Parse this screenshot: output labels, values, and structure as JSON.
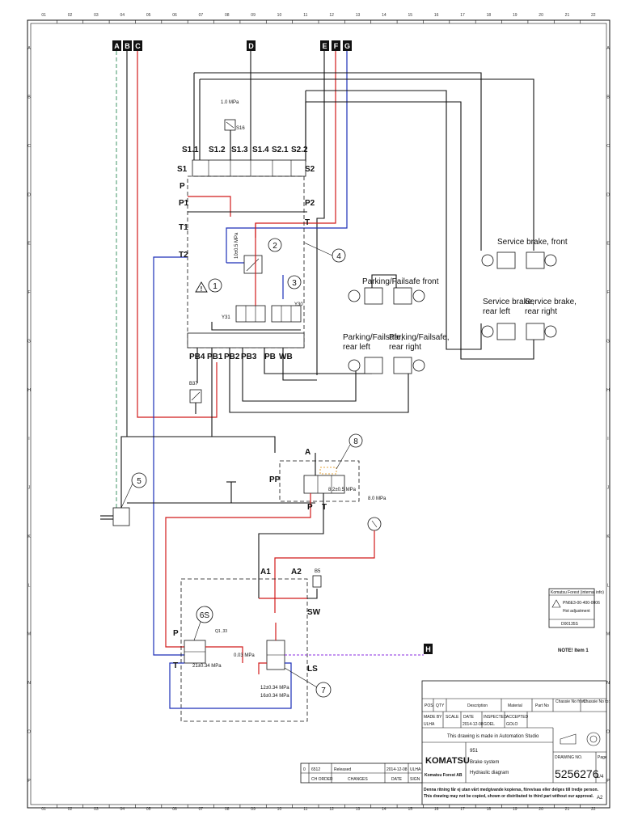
{
  "columns": [
    "01",
    "02",
    "03",
    "04",
    "05",
    "06",
    "07",
    "08",
    "09",
    "10",
    "11",
    "12",
    "13",
    "14",
    "15",
    "16",
    "17",
    "18",
    "19",
    "20",
    "21",
    "22"
  ],
  "rows": [
    "A",
    "B",
    "C",
    "D",
    "E",
    "F",
    "G",
    "H",
    "I",
    "J",
    "K",
    "L",
    "M",
    "N",
    "O",
    "P"
  ],
  "lines": {
    "a": "A",
    "b": "B",
    "c": "C",
    "d": "D",
    "e": "E",
    "f": "F",
    "g": "G",
    "h": "H"
  },
  "pressures": {
    "s16": "1.0 MPa",
    "valve2": "10±0.5 MPa",
    "valve8": "8.2±0.5 MPa",
    "switch8": "8.0 MPa",
    "accum": "0.03 MPa",
    "valve6s": "21±0.34 MPa",
    "valve7a": "12±0.34 MPa",
    "valve7b": "16±0.34 MPa"
  },
  "ports": {
    "s1_1": "S1.1",
    "s1_2": "S1.2",
    "s1_3": "S1.3",
    "s1_4": "S1.4",
    "s2_1": "S2.1",
    "s2_2": "S2.2",
    "s1": "S1",
    "s2": "S2",
    "p": "P",
    "p1": "P1",
    "p2": "P2",
    "t1": "T1",
    "t": "T",
    "t2": "T2",
    "pb4": "PB4",
    "pb1": "PB1",
    "pb2": "PB2",
    "pb3": "PB3",
    "pb": "PB",
    "wb": "WB",
    "a": "A",
    "pp": "PP",
    "p8": "P",
    "t8": "T",
    "a1": "A1",
    "a2": "A2",
    "sw": "SW",
    "ls": "LS",
    "p6": "P",
    "t6": "T",
    "s16": "S16",
    "y31": "Y31",
    "y30": "Y30",
    "b37": "B37",
    "b5": "B5",
    "q1": "Q1 ,33"
  },
  "callouts": {
    "c1": "1",
    "c2": "2",
    "c3": "3",
    "c4": "4",
    "c5": "5",
    "c6s": "6S",
    "c7": "7",
    "c8": "8"
  },
  "brakes": {
    "service_front": "Service brake, front",
    "service_rear_left": "Service brake,",
    "service_rear_left2": "rear left",
    "service_rear_right": "Service brake,",
    "service_rear_right2": "rear right",
    "park_front": "Parking/Failsafe front",
    "park_rear_left": "Parking/Failsafe,",
    "park_rear_left2": "rear left",
    "park_rear_right": "Parking/Failsafe,",
    "park_rear_right2": "rear right"
  },
  "label_box": {
    "title": "Komatsu Forest (internal info)",
    "pn": "PN6E3-00-400-0006",
    "note": "Hot adjustment",
    "id": "D00135S"
  },
  "note": "NOTE! Item 1",
  "title_block": {
    "pos": "POS",
    "qty": "QTY",
    "description": "Description",
    "material": "Material",
    "part_no": "Part No",
    "chassis_from": "Chassie No from:",
    "chassis_to": "Chassie No to:",
    "made_by": "MADE BY",
    "made_by_val": "ULHA",
    "scale": "SCALE",
    "date": "DATE",
    "date_val": "2014-12-08",
    "inspected": "INSPECTED",
    "inspected_val": "GOEL",
    "accepted": "ACCEPTED",
    "accepted_val": "GOLO",
    "automation": "This drawing is made in Automation Studio",
    "brand": "KOMATSU",
    "company": "Komatsu Forest AB",
    "model": "951",
    "title1": "Brake system",
    "title2": "Hydraulic diagram",
    "drawing_no_lbl": "DRAWING NO.",
    "drawing_no": "5256276",
    "page_lbl": "Page",
    "page": "1/4",
    "copy_se": "Denna ritning får ej utan vårt medgivande kopieras, förevisas eller delges till tredje person.",
    "copy_en": "This drawing may not be copied, shown or distributed to third part without our approval.",
    "size": "A2",
    "rev_num": "0",
    "rev_order": "6512",
    "rev_change": "Released",
    "rev_date": "2014-12-08",
    "rev_sign": "ULHA",
    "rev_h1": "CH ORDER",
    "rev_h2": "CHANGES",
    "rev_h3": "DATE",
    "rev_h4": "SIGN"
  },
  "colors": {
    "red": "#d11a1a",
    "blue": "#1c2fb8",
    "purple": "#8a2be2",
    "orange": "#e08a00",
    "green": "#2e8b57"
  }
}
